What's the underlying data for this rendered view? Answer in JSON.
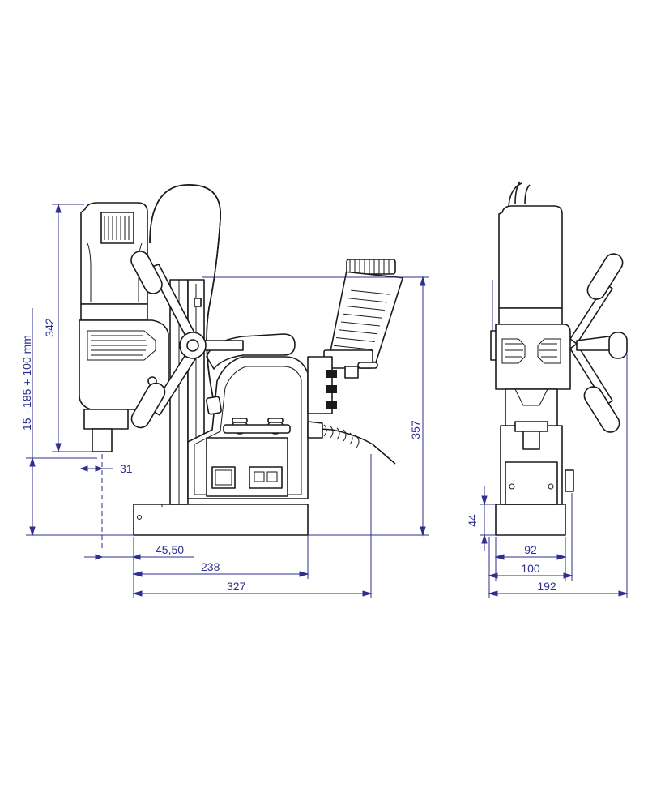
{
  "colors": {
    "dimension": "#2e2f8f",
    "line": "#1a1a1a",
    "background": "#ffffff"
  },
  "dimensions": {
    "stroke_range": "15 - 185 + 100 mm",
    "motor_height": "342",
    "total_height": "357",
    "spindle_offset": "31",
    "base_offset": "45,50",
    "base_length": "238",
    "total_length": "327",
    "magnet_height": "44",
    "magnet_inner_width": "92",
    "magnet_width": "100",
    "total_width": "192"
  }
}
